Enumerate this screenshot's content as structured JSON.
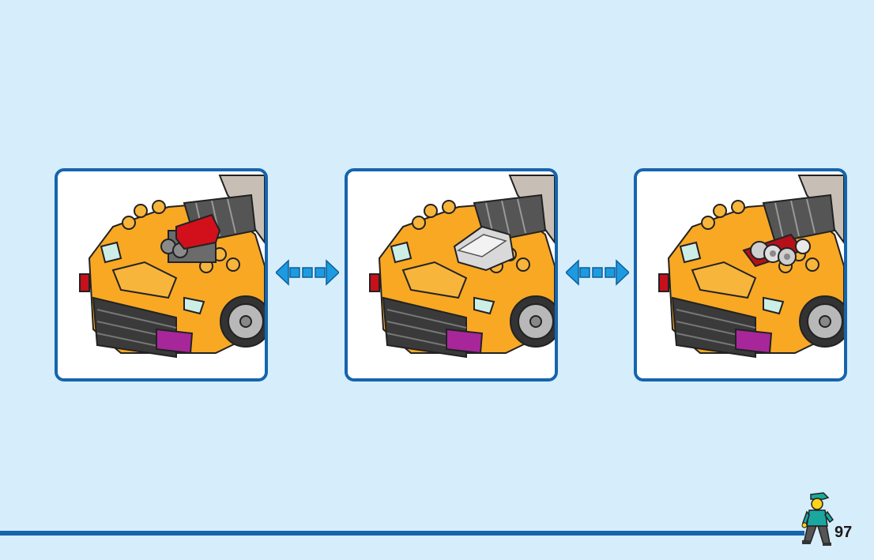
{
  "page": {
    "number": "97",
    "background_color": "#d6edfb",
    "frame_color": "#1565ad",
    "arrow_color": "#1e9be0"
  },
  "panels": [
    {
      "engine_part": "red-engine-cover"
    },
    {
      "engine_part": "silver-air-scoop"
    },
    {
      "engine_part": "chrome-engine-cylinders"
    }
  ],
  "icons": {
    "arrow": "double-headed-dashed-arrow",
    "footer": "minifigure-icon"
  }
}
